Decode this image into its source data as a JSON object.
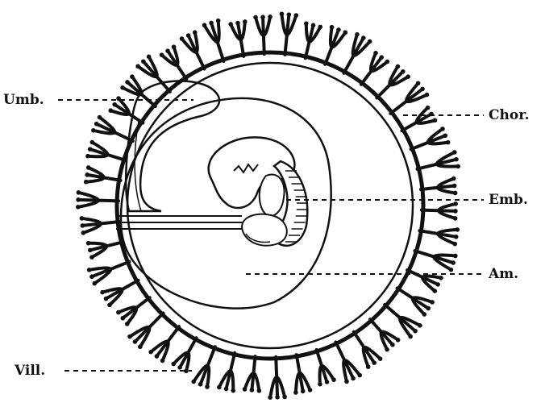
{
  "labels": {
    "umb": "Umb.",
    "chor": "Chor.",
    "emb": "Emb.",
    "am": "Am.",
    "vill": "Vill."
  },
  "colors": {
    "ink": "#111111",
    "paper": "#ffffff"
  }
}
